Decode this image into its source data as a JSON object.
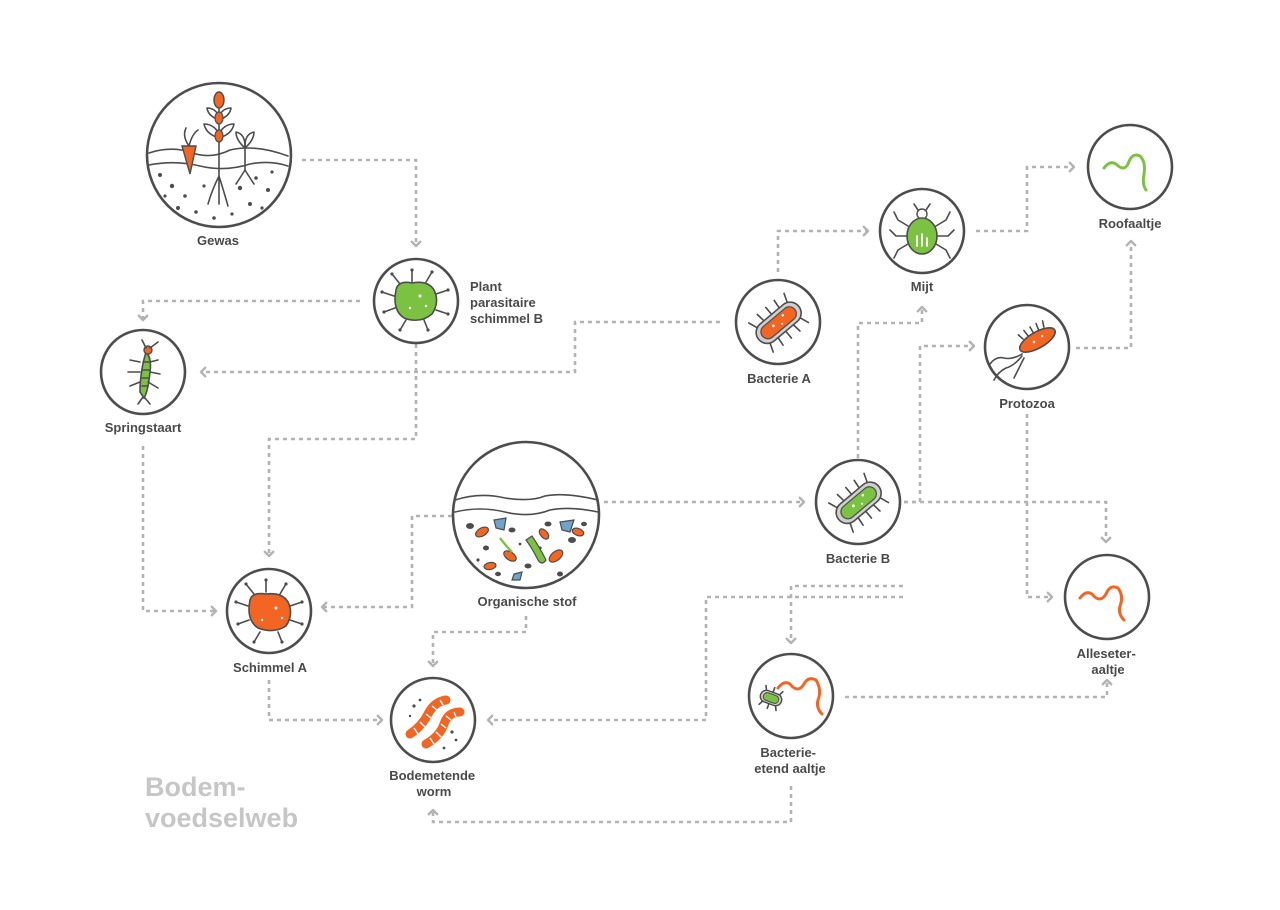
{
  "title": {
    "line1": "Bodem-",
    "line2": "voedselweb"
  },
  "colors": {
    "green": "#7cc242",
    "orange": "#f26522",
    "ink": "#4d4d4d",
    "dash": "#b3b3b3",
    "title": "#c6c6c6"
  },
  "nodes": {
    "gewas": {
      "label": [
        "Gewas"
      ],
      "icon": "crop-soil-icon"
    },
    "plant_parasitaire_schimmel_b": {
      "label": [
        "Plant",
        "parasitaire",
        "schimmel B"
      ],
      "icon": "green-fungus-icon"
    },
    "springstaart": {
      "label": [
        "Springstaart"
      ],
      "icon": "springtail-icon"
    },
    "schimmel_a": {
      "label": [
        "Schimmel A"
      ],
      "icon": "orange-fungus-icon"
    },
    "organische_stof": {
      "label": [
        "Organische stof"
      ],
      "icon": "organic-matter-icon"
    },
    "bodemetende_worm": {
      "label": [
        "Bodemetende",
        "worm"
      ],
      "icon": "earthworm-icon"
    },
    "bacterie_a": {
      "label": [
        "Bacterie A"
      ],
      "icon": "orange-bacterium-icon"
    },
    "bacterie_b": {
      "label": [
        "Bacterie B"
      ],
      "icon": "green-bacterium-icon"
    },
    "mijt": {
      "label": [
        "Mijt"
      ],
      "icon": "mite-icon"
    },
    "protozoa": {
      "label": [
        "Protozoa"
      ],
      "icon": "protozoa-icon"
    },
    "roofaaltje": {
      "label": [
        "Roofaaltje"
      ],
      "icon": "green-nematode-icon"
    },
    "alleseteraaltje": {
      "label": [
        "Alleseter-",
        "aaltje"
      ],
      "icon": "orange-nematode-icon"
    },
    "bacterie_etend_aaltje": {
      "label": [
        "Bacterie-",
        "etend aaltje"
      ],
      "icon": "bacteria-eating-nematode-icon"
    }
  },
  "edges": [
    {
      "from": "gewas",
      "to": "plant_parasitaire_schimmel_b"
    },
    {
      "from": "plant_parasitaire_schimmel_b",
      "to": "springstaart"
    },
    {
      "from": "plant_parasitaire_schimmel_b",
      "to": "schimmel_a"
    },
    {
      "from": "bacterie_a",
      "to": "springstaart"
    },
    {
      "from": "springstaart",
      "to": "schimmel_a"
    },
    {
      "from": "schimmel_a",
      "to": "bodemetende_worm"
    },
    {
      "from": "organische_stof",
      "to": "schimmel_a"
    },
    {
      "from": "organische_stof",
      "to": "bodemetende_worm"
    },
    {
      "from": "organische_stof",
      "to": "bacterie_b"
    },
    {
      "from": "bacterie_b",
      "to": "mijt"
    },
    {
      "from": "bacterie_b",
      "to": "protozoa"
    },
    {
      "from": "bacterie_b",
      "to": "alleseteraaltje"
    },
    {
      "from": "bacterie_b",
      "to": "bacterie_etend_aaltje"
    },
    {
      "from": "bacterie_b",
      "to": "bodemetende_worm"
    },
    {
      "from": "bacterie_a",
      "to": "mijt"
    },
    {
      "from": "mijt",
      "to": "roofaaltje"
    },
    {
      "from": "protozoa",
      "to": "roofaaltje"
    },
    {
      "from": "protozoa",
      "to": "alleseteraaltje"
    },
    {
      "from": "bacterie_etend_aaltje",
      "to": "alleseteraaltje"
    },
    {
      "from": "bacterie_etend_aaltje",
      "to": "bodemetende_worm"
    }
  ]
}
